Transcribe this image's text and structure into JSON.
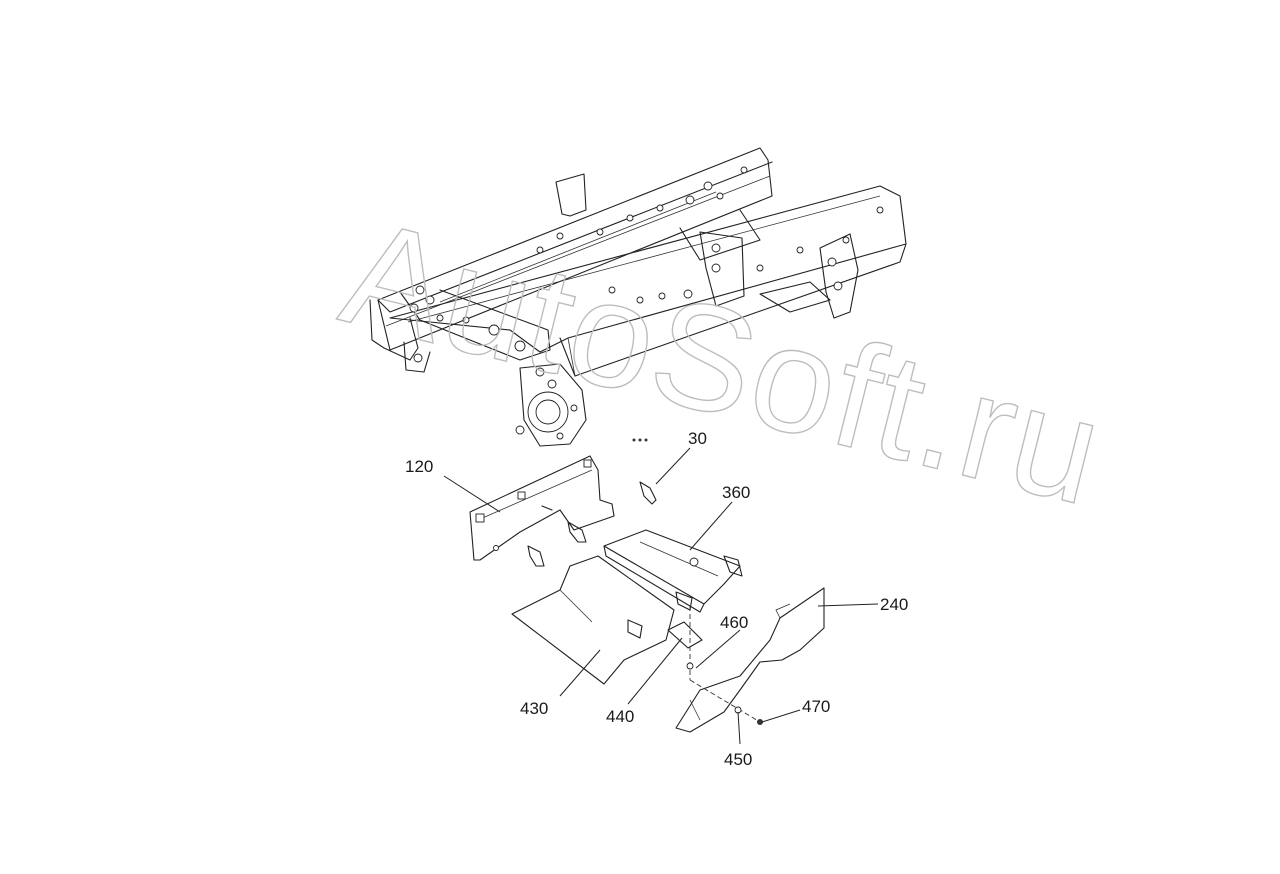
{
  "diagram": {
    "watermark": "AutoSoft.ru",
    "labels": {
      "p30": "30",
      "p120": "120",
      "p240": "240",
      "p360": "360",
      "p430": "430",
      "p440": "440",
      "p450": "450",
      "p460": "460",
      "p470": "470"
    }
  },
  "colors": {
    "line": "#222222",
    "watermark": "#bdbdbd",
    "background": "#ffffff"
  }
}
